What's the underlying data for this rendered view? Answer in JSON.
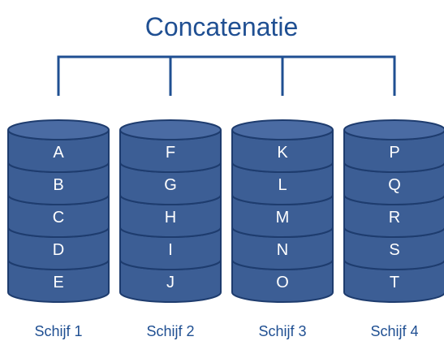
{
  "title": "Concatenatie",
  "colors": {
    "primary": "#1f4f92",
    "disk_body": "#3c5e95",
    "disk_top": "#4a6ba3",
    "disk_outline": "#1e3c6e",
    "block_text": "#ffffff",
    "background": "#ffffff"
  },
  "disks": [
    {
      "label": "Schijf 1",
      "blocks": [
        "A",
        "B",
        "C",
        "D",
        "E"
      ]
    },
    {
      "label": "Schijf 2",
      "blocks": [
        "F",
        "G",
        "H",
        "I",
        "J"
      ]
    },
    {
      "label": "Schijf 3",
      "blocks": [
        "K",
        "L",
        "M",
        "N",
        "O"
      ]
    },
    {
      "label": "Schijf 4",
      "blocks": [
        "P",
        "Q",
        "R",
        "S",
        "T"
      ]
    }
  ]
}
